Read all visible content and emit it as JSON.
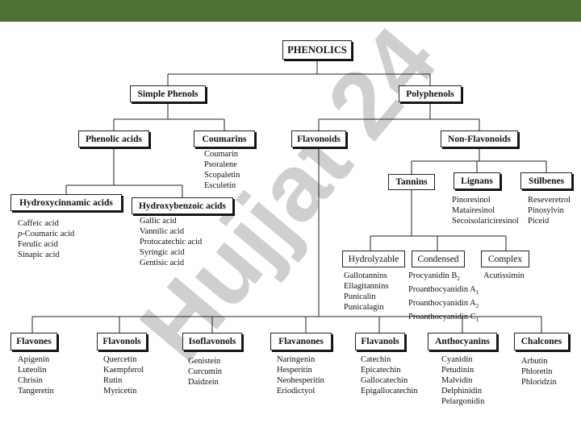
{
  "watermark": "Hujjat 24",
  "nodes": {
    "phenolics": "PHENOLICS",
    "simple_phenols": "Simple Phenols",
    "polyphenols": "Polyphenols",
    "phenolic_acids": "Phenolic acids",
    "coumarins": "Coumarins",
    "flavonoids": "Flavonoids",
    "non_flavonoids": "Non-Flavonoids",
    "hydroxycinnamic": "Hydroxycinnamic acids",
    "hydroxybenzoic": "Hydroxybenzoic acids",
    "tannins": "Tannins",
    "lignans": "Lignans",
    "stilbenes": "Stilbenes",
    "hydrolyzable": "Hydrolyzable",
    "condensed": "Condensed",
    "complex": "Complex",
    "flavones": "Flavones",
    "flavonols": "Flavonols",
    "isoflavonols": "Isoflavonols",
    "flavanones": "Flavanones",
    "flavanols": "Flavanols",
    "anthocyanins": "Anthocyanins",
    "chalcones": "Chalcones"
  },
  "lists": {
    "coumarins": [
      "Coumarin",
      "Psoralene",
      "Scopaletin",
      "Esculetin"
    ],
    "hydroxycinnamic": [
      "Caffeic acid",
      "p-Coumaric acid",
      "Ferulic acid",
      "Sinapic acid"
    ],
    "hydroxybenzoic": [
      "Gallic acid",
      "Vannilic acid",
      "Protocatechic acid",
      "Syringic acid",
      "Gentisic acid"
    ],
    "lignans": [
      "Pinoresinol",
      "Matairesinol",
      "Secoisolariciresinol"
    ],
    "stilbenes": [
      "Reseveretrol",
      "Pinosylvin",
      "Piceid"
    ],
    "hydrolyzable": [
      "Gallotannins",
      "Ellagitannins",
      "Punicalin",
      "Punicalagin"
    ],
    "condensed": [
      "Procyanidin B2",
      "Proanthocyanidin A1",
      "Proanthocyanidin A2",
      "Proanthocyanidin C1"
    ],
    "complex": [
      "Acutissimin"
    ],
    "flavones": [
      "Apigenin",
      "Luteolin",
      "Chrisin",
      "Tangeretin"
    ],
    "flavonols": [
      "Quercetin",
      "Kaempferol",
      "Rutin",
      "Myricetin"
    ],
    "isoflavonols": [
      "Genistein",
      "Curcumin",
      "Daidzein"
    ],
    "flavanones": [
      "Naringenin",
      "Hesperitin",
      "Neohesperitin",
      "Eriodictyol"
    ],
    "flavanols": [
      "Catechin",
      "Epicatechin",
      "Gallocatechin",
      "Epigallocatechin"
    ],
    "anthocyanins": [
      "Cyanidin",
      "Petudinin",
      "Malvidin",
      "Delphinidin",
      "Pelargonidin"
    ],
    "chalcones": [
      "Arbutin",
      "Phloretin",
      "Phloridzin"
    ]
  }
}
